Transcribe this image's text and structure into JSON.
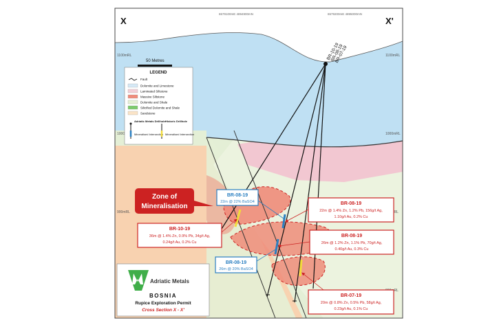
{
  "section": {
    "left_label": "X",
    "right_label": "X'",
    "top_coords": [
      "6579100mE 4894900mN",
      "6579200mE 4895000mN"
    ],
    "elevations_left": [
      "1100mRL",
      "1000mRL",
      "900mRL"
    ],
    "elevations_right": [
      "1100mRL",
      "1000mRL",
      "900mRL",
      "800mRL"
    ],
    "scale_label": "50 Metres"
  },
  "drill_collar_labels": [
    "BR-10-19",
    "BR-08-19",
    "BR-07-19"
  ],
  "legend": {
    "title": "LEGEND",
    "fault": "Fault",
    "units": [
      {
        "label": "Dolomite and Limestone",
        "color": "#d6e9f6"
      },
      {
        "label": "Laminated Siltstone",
        "color": "#f3cfd8"
      },
      {
        "label": "Massive Siltstone",
        "color": "#f08c7c"
      },
      {
        "label": "Dolomite and Shale",
        "color": "#e6f0d5"
      },
      {
        "label": "Silicified Dolomite and Shale",
        "color": "#7ecb6e"
      },
      {
        "label": "Sandstone",
        "color": "#fbe4c7"
      }
    ],
    "adriatic_title": "Adriatic Metals Drillhole",
    "adriatic_item": "Mineralised Intersection",
    "historic_title": "Historic Drillhole",
    "historic_item": "Mineralised Intersection"
  },
  "zone_label": "Zone of Mineralisation",
  "callouts_blue": [
    {
      "hole": "BR-08-19",
      "text": "22m @ 22% BaSO4"
    },
    {
      "hole": "BR-08-19",
      "text": "26m @ 20% BaSO4"
    }
  ],
  "callouts_red": [
    {
      "hole": "BR-08-19",
      "line1": "22m @ 1.4% Zn, 1.2% Pb, 156g/t Ag,",
      "line2": "1.10g/t Au, 0.2% Cu"
    },
    {
      "hole": "BR-10-19",
      "line1": "36m @ 1.4% Zn, 0.9% Pb, 34g/t Ag,",
      "line2": "0.24g/t Au, 0.2% Cu"
    },
    {
      "hole": "BR-08-19",
      "line1": "26m @ 1.2% Zn, 1.1% Pb, 70g/t Ag,",
      "line2": "0.40g/t Au, 0.3% Cu"
    },
    {
      "hole": "BR-07-19",
      "line1": "20m @ 0.8% Zn, 0.5% Pb, 58g/t Ag,",
      "line2": "0.23g/t Au, 0.1% Cu"
    }
  ],
  "brand": {
    "company": "Adriatic Metals",
    "country": "BOSNIA",
    "permit": "Rupice Exploration Permit",
    "section": "Cross Section X - X'",
    "accent": "#cc2222"
  },
  "colors": {
    "sky": "#bfe0f3",
    "sandstone": "#f8d2b0",
    "dolomite_shale": "#e4efd6",
    "laminated": "#f2c7d1",
    "massive": "#ef8c7a",
    "callout_red": "#cc2222",
    "callout_blue": "#2a7fc1",
    "hole_yellow": "#f2dc3a",
    "hole_blue": "#2a7fc1"
  }
}
